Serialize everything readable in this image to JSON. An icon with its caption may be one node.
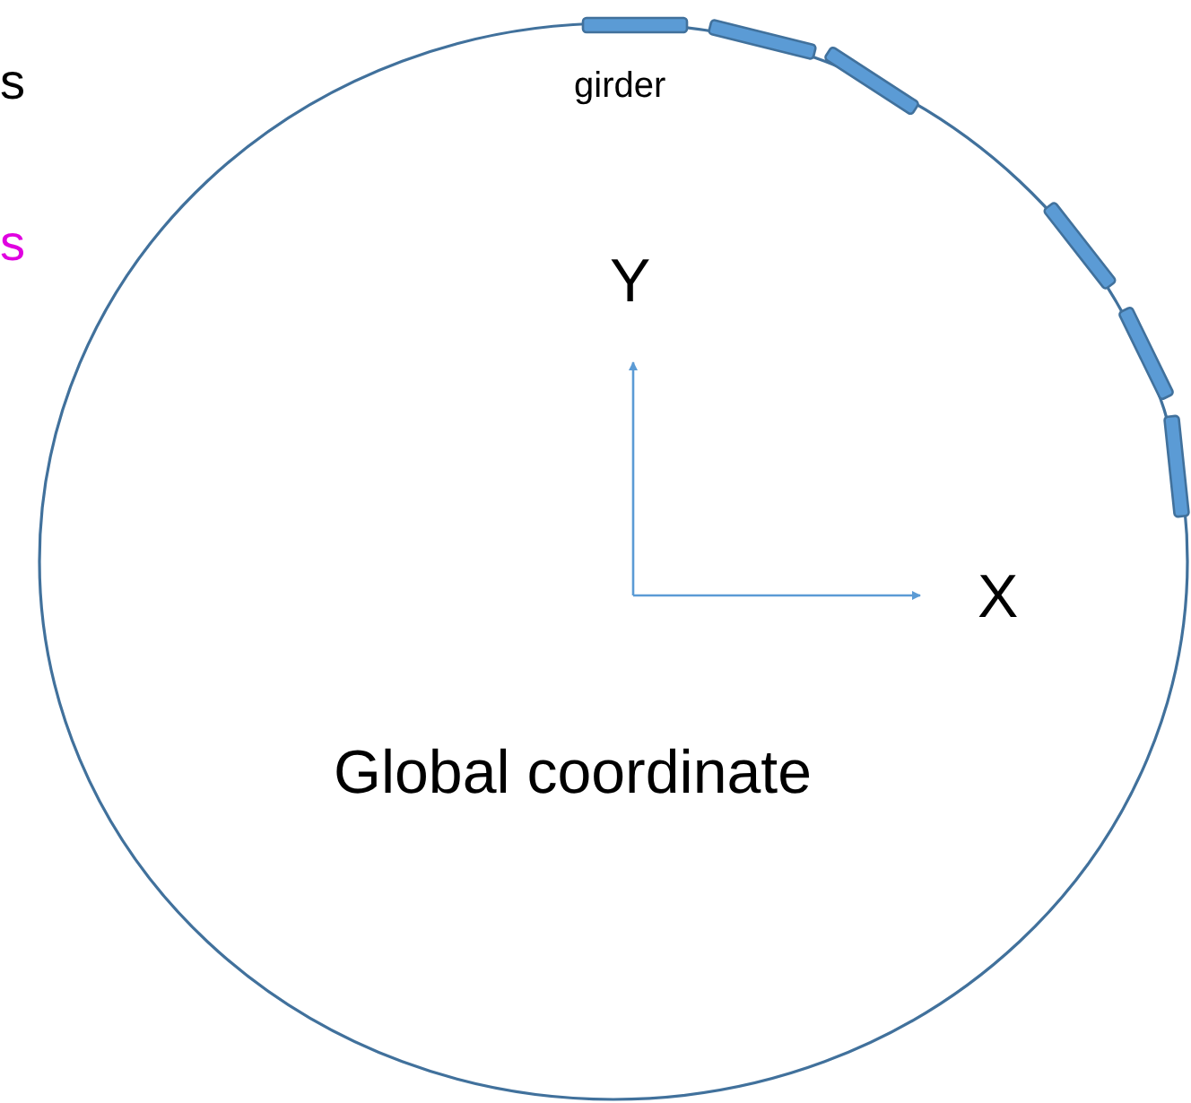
{
  "diagram": {
    "labels": [
      "s",
      "s",
      "girder",
      "Y",
      "X",
      "Global coordinate"
    ]
  }
}
